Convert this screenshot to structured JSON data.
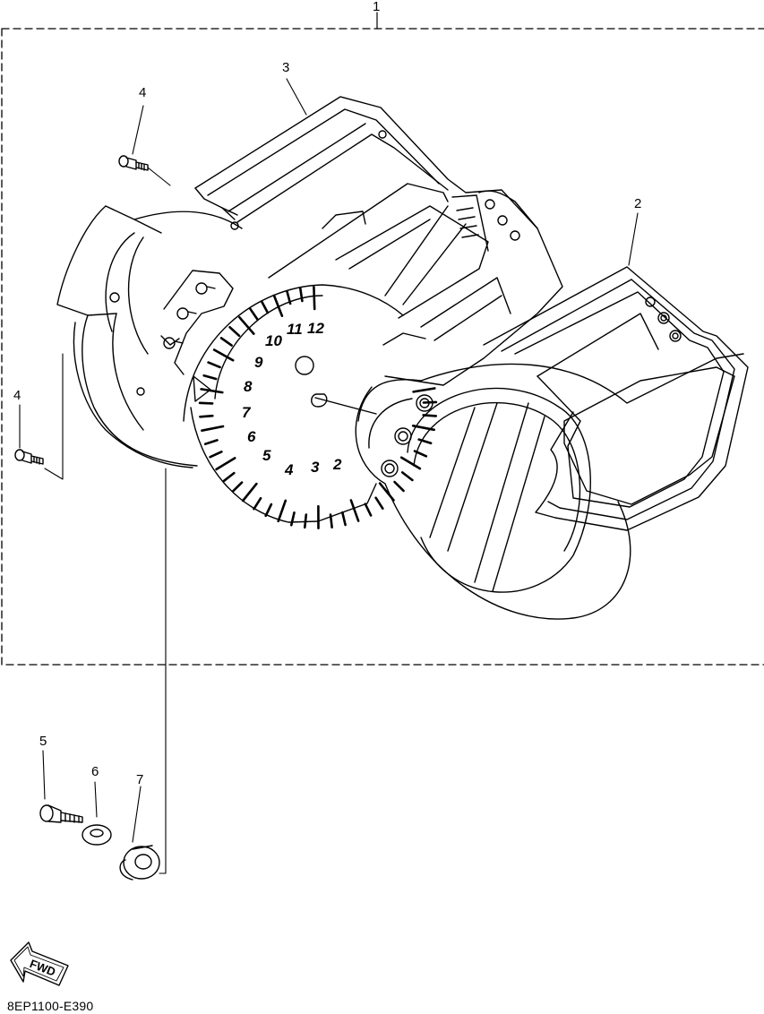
{
  "callouts": {
    "p1": "1",
    "p2": "2",
    "p3": "3",
    "p4a": "4",
    "p4b": "4",
    "p5": "5",
    "p6": "6",
    "p7": "7"
  },
  "dial_numbers": [
    "12",
    "11",
    "10",
    "9",
    "8",
    "7",
    "6",
    "5",
    "4",
    "3",
    "2"
  ],
  "direction_label": "FWD",
  "diagram_code": "8EP1100-E390",
  "icons": [
    "fwd-arrow-icon"
  ],
  "colors": {
    "line": "#000000",
    "background": "#ffffff"
  }
}
